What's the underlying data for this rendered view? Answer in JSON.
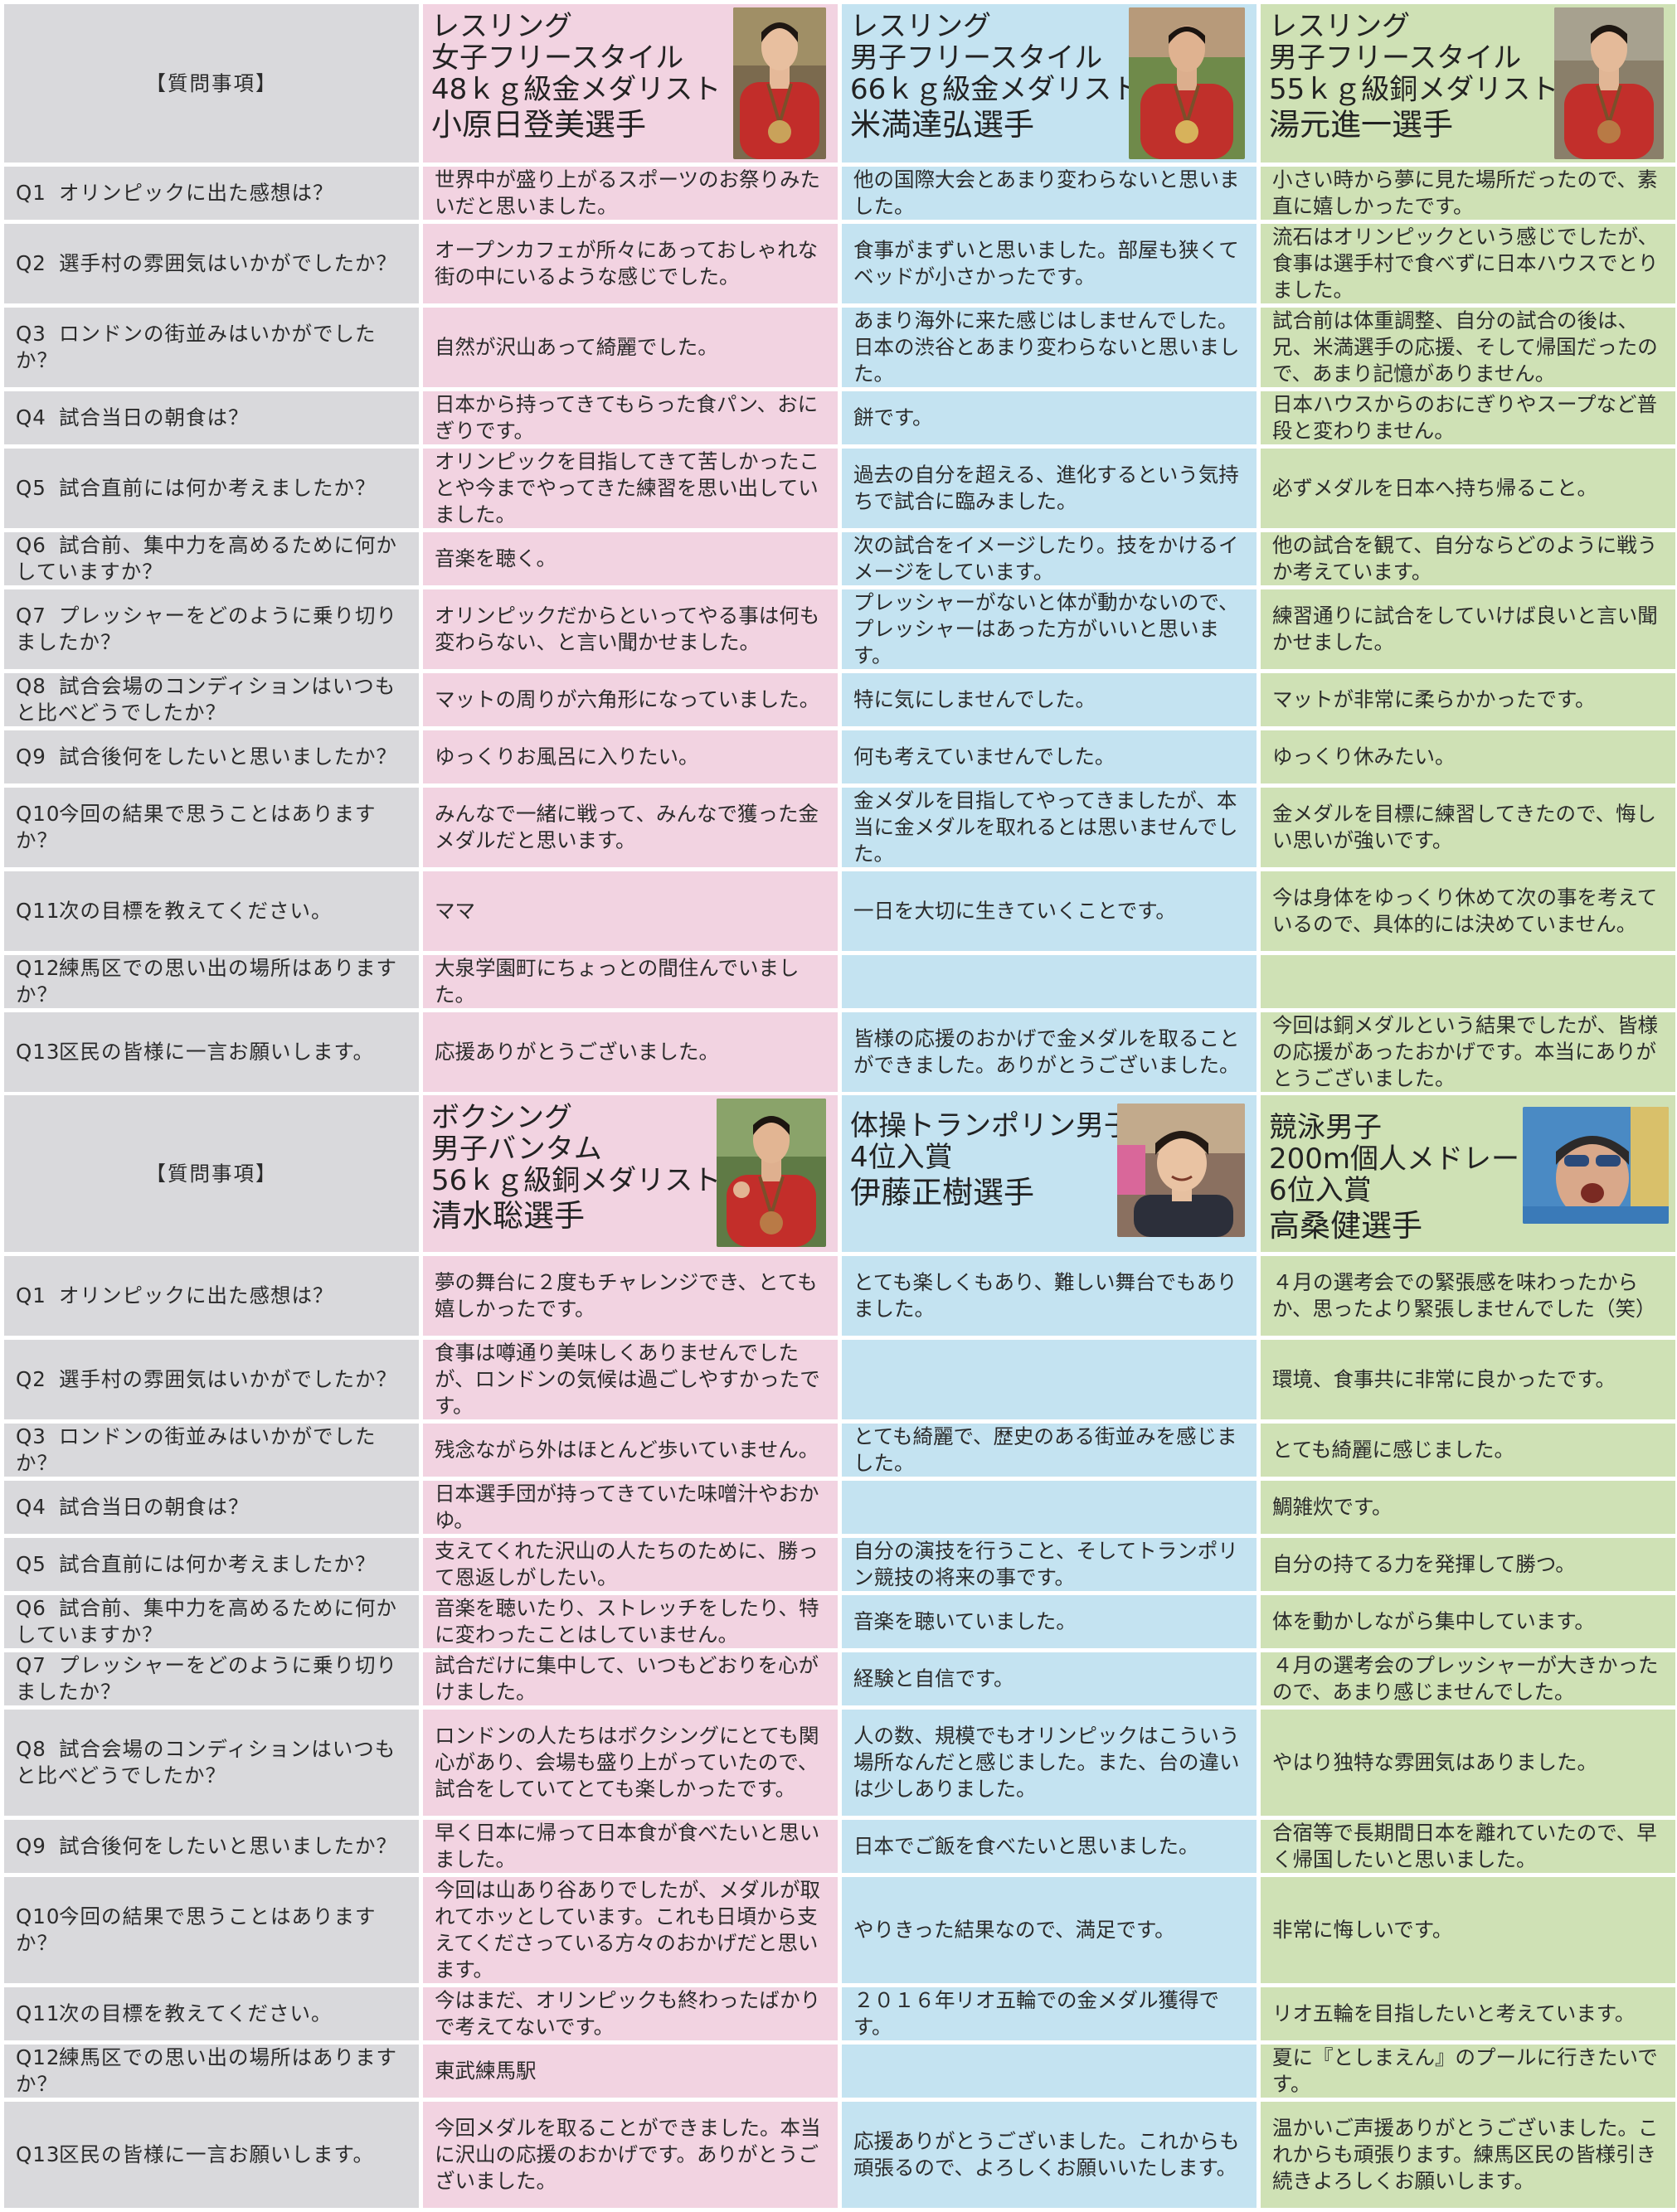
{
  "header_label": "【質問事項】",
  "questions": [
    {
      "num": "Q1",
      "text": "オリンピックに出た感想は？"
    },
    {
      "num": "Q2",
      "text": "選手村の雰囲気はいかがでしたか？"
    },
    {
      "num": "Q3",
      "text": "ロンドンの街並みはいかがでしたか？"
    },
    {
      "num": "Q4",
      "text": "試合当日の朝食は？"
    },
    {
      "num": "Q5",
      "text": "試合直前には何か考えましたか？"
    },
    {
      "num": "Q6",
      "text": "試合前、集中力を高めるために何かしていますか？"
    },
    {
      "num": "Q7",
      "text": "プレッシャーをどのように乗り切りましたか？"
    },
    {
      "num": "Q8",
      "text": "試合会場のコンディションはいつもと比べどうでしたか？"
    },
    {
      "num": "Q9",
      "text": "試合後何をしたいと思いましたか？"
    },
    {
      "num": "Q10",
      "text": "今回の結果で思うことはありますか？"
    },
    {
      "num": "Q11",
      "text": "次の目標を教えてください。"
    },
    {
      "num": "Q12",
      "text": "練馬区での思い出の場所はありますか？"
    },
    {
      "num": "Q13",
      "text": "区民の皆様に一言お願いします。"
    }
  ],
  "tables": [
    {
      "athletes": [
        {
          "lines": [
            "レスリング",
            "女子フリースタイル",
            "48ｋｇ級金メダリスト"
          ],
          "name": "小原日登美選手",
          "photo_icon": "athlete-photo-red-jacket-medal",
          "answers": [
            "世界中が盛り上がるスポーツのお祭りみたいだと思いました。",
            "オープンカフェが所々にあっておしゃれな街の中にいるような感じでした。",
            "自然が沢山あって綺麗でした。",
            "日本から持ってきてもらった食パン、おにぎりです。",
            "オリンピックを目指してきて苦しかったことや今までやってきた練習を思い出していました。",
            "音楽を聴く。",
            "オリンピックだからといってやる事は何も変わらない、と言い聞かせました。",
            "マットの周りが六角形になっていました。",
            "ゆっくりお風呂に入りたい。",
            "みんなで一緒に戦って、みんなで獲った金メダルだと思います。",
            "ママ",
            "大泉学園町にちょっとの間住んでいました。",
            "応援ありがとうございました。"
          ]
        },
        {
          "lines": [
            "レスリング",
            "男子フリースタイル",
            "66ｋｇ級金メダリスト"
          ],
          "name": "米満達弘選手",
          "photo_icon": "athlete-photo-red-jacket-medal",
          "answers": [
            "他の国際大会とあまり変わらないと思いました。",
            "食事がまずいと思いました。部屋も狭くてベッドが小さかったです。",
            "あまり海外に来た感じはしませんでした。日本の渋谷とあまり変わらないと思いました。",
            "餅です。",
            "過去の自分を超える、進化するという気持ちで試合に臨みました。",
            "次の試合をイメージしたり。技をかけるイメージをしています。",
            "プレッシャーがないと体が動かないので、プレッシャーはあった方がいいと思います。",
            "特に気にしませんでした。",
            "何も考えていませんでした。",
            "金メダルを目指してやってきましたが、本当に金メダルを取れるとは思いませんでした。",
            "一日を大切に生きていくことです。",
            "",
            "皆様の応援のおかげで金メダルを取ることができました。ありがとうございました。"
          ]
        },
        {
          "lines": [
            "レスリング",
            "男子フリースタイル",
            "55ｋｇ級銅メダリスト"
          ],
          "name": "湯元進一選手",
          "photo_icon": "athlete-photo-red-jacket-medal",
          "answers": [
            "小さい時から夢に見た場所だったので、素直に嬉しかったです。",
            "流石はオリンピックという感じでしたが、食事は選手村で食べずに日本ハウスでとりました。",
            "試合前は体重調整、自分の試合の後は、兄、米満選手の応援、そして帰国だったので、あまり記憶がありません。",
            "日本ハウスからのおにぎりやスープなど普段と変わりません。",
            "必ずメダルを日本へ持ち帰ること。",
            "他の試合を観て、自分ならどのように戦うか考えています。",
            "練習通りに試合をしていけば良いと言い聞かせました。",
            "マットが非常に柔らかかったです。",
            "ゆっくり休みたい。",
            "金メダルを目標に練習してきたので、悔しい思いが強いです。",
            "今は身体をゆっくり休めて次の事を考えているので、具体的には決めていません。",
            "",
            "今回は銅メダルという結果でしたが、皆様の応援があったおかげです。本当にありがとうございました。"
          ]
        }
      ]
    },
    {
      "athletes": [
        {
          "lines": [
            "ボクシング",
            "男子バンタム",
            "56ｋｇ級銅メダリスト"
          ],
          "name": "清水聡選手",
          "photo_icon": "athlete-photo-red-jacket-medal",
          "answers": [
            "夢の舞台に２度もチャレンジでき、とても嬉しかったです。",
            "食事は噂通り美味しくありませんでしたが、ロンドンの気候は過ごしやすかったです。",
            "残念ながら外はほとんど歩いていません。",
            "日本選手団が持ってきていた味噌汁やおかゆ。",
            "支えてくれた沢山の人たちのために、勝って恩返しがしたい。",
            "音楽を聴いたり、ストレッチをしたり、特に変わったことはしていません。",
            "試合だけに集中して、いつもどおりを心がけました。",
            "ロンドンの人たちはボクシングにとても関心があり、会場も盛り上がっていたので、試合をしていてとても楽しかったです。",
            "早く日本に帰って日本食が食べたいと思いました。",
            "今回は山あり谷ありでしたが、メダルが取れてホッとしています。これも日頃から支えてくださっている方々のおかげだと思います。",
            "今はまだ、オリンピックも終わったばかりで考えてないです。",
            "東武練馬駅",
            "今回メダルを取ることができました。本当に沢山の応援のおかげです。ありがとうございました。"
          ]
        },
        {
          "lines": [
            "体操トランポリン男子",
            "4位入賞"
          ],
          "name": "伊藤正樹選手",
          "photo_icon": "athlete-photo-portrait",
          "answers": [
            "とても楽しくもあり、難しい舞台でもありました。",
            "",
            "とても綺麗で、歴史のある街並みを感じました。",
            "",
            "自分の演技を行うこと、そしてトランポリン競技の将来の事です。",
            "音楽を聴いていました。",
            "経験と自信です。",
            "人の数、規模でもオリンピックはこういう場所なんだと感じました。また、台の違いは少しありました。",
            "日本でご飯を食べたいと思いました。",
            "やりきった結果なので、満足です。",
            "２０１６年リオ五輪での金メダル獲得です。",
            "",
            "応援ありがとうございました。これからも頑張るので、よろしくお願いいたします。"
          ]
        },
        {
          "lines": [
            "競泳男子",
            "200m個人メドレー",
            "6位入賞"
          ],
          "name": "高桑健選手",
          "photo_icon": "athlete-photo-swimmer",
          "answers": [
            "４月の選考会での緊張感を味わったからか、思ったより緊張しませんでした（笑）",
            "環境、食事共に非常に良かったです。",
            "とても綺麗に感じました。",
            "鯛雑炊です。",
            "自分の持てる力を発揮して勝つ。",
            "体を動かしながら集中しています。",
            "４月の選考会のプレッシャーが大きかったので、あまり感じませんでした。",
            "やはり独特な雰囲気はありました。",
            "合宿等で長期間日本を離れていたので、早く帰国したいと思いました。",
            "非常に悔しいです。",
            "リオ五輪を目指したいと考えています。",
            "夏に『としまえん』のプールに行きたいです。",
            "温かいご声援ありがとうございました。これからも頑張ります。練馬区民の皆様引き続きよろしくお願いします。"
          ]
        }
      ]
    }
  ]
}
